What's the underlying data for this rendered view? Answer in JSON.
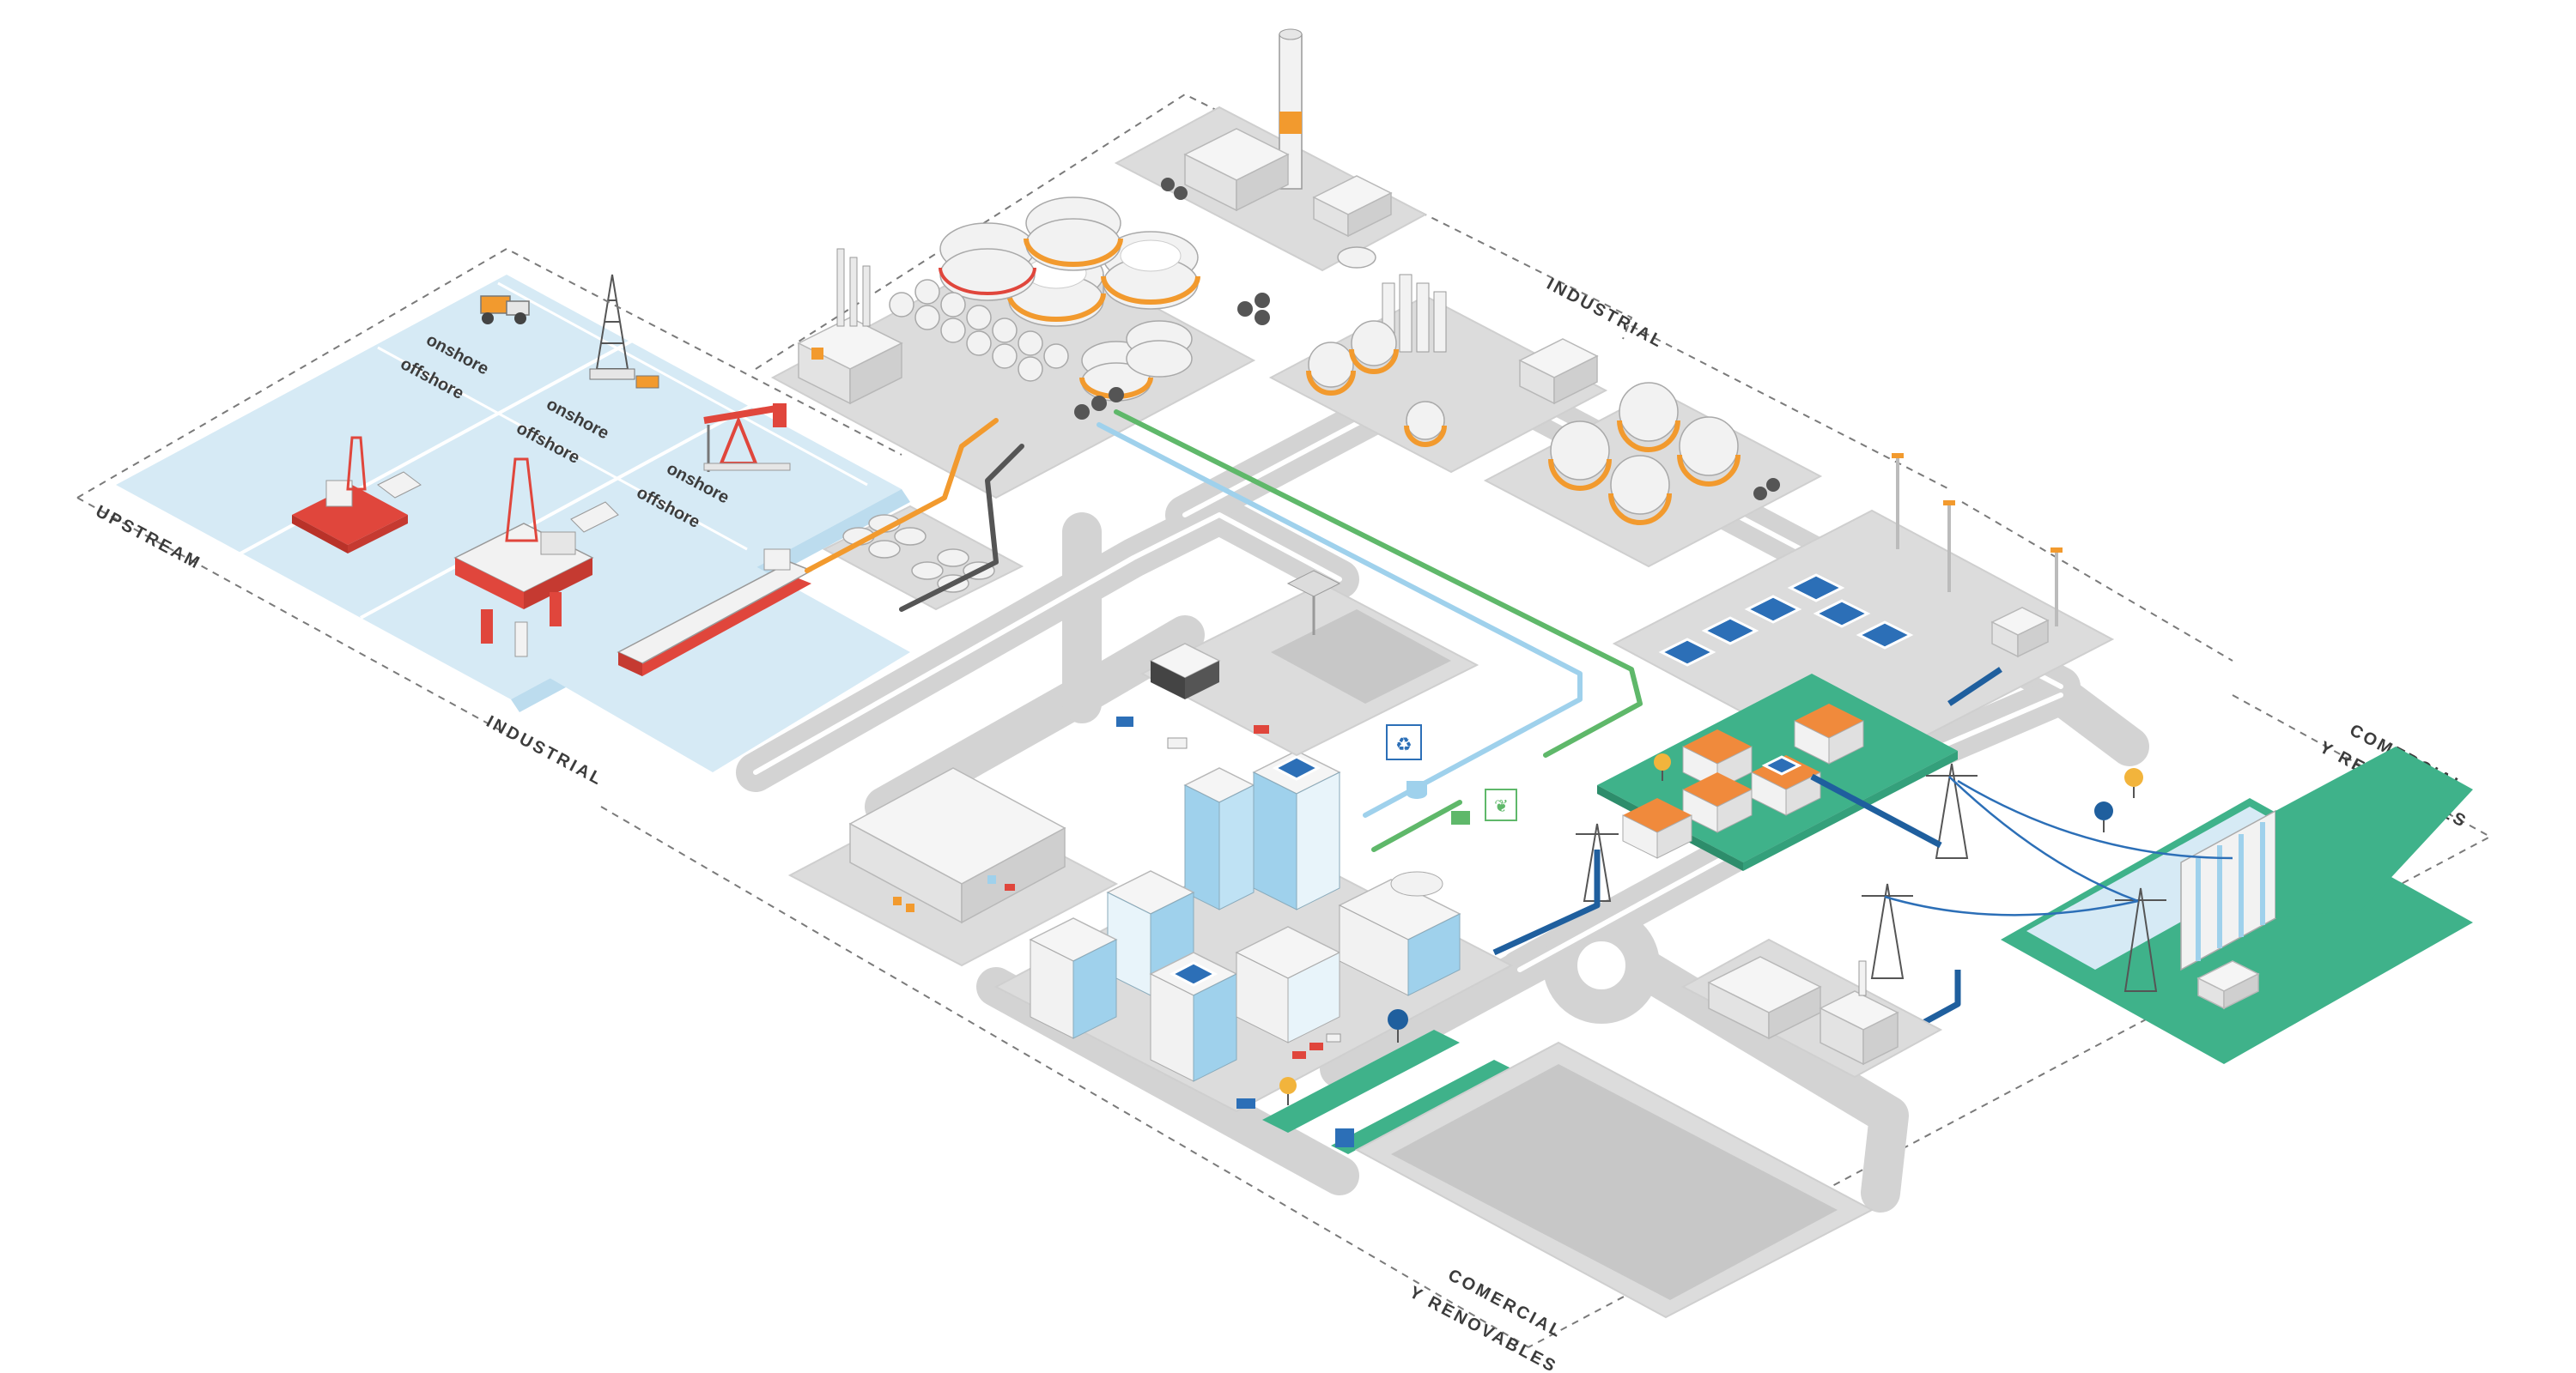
{
  "labels": {
    "upstream": "UPSTREAM",
    "industrial_left": "INDUSTRIAL",
    "industrial_top": "INDUSTRIAL",
    "comercial_right_line1": "COMERCIAL",
    "comercial_right_line2": "Y RENOVABLES",
    "comercial_bottom_line1": "COMERCIAL",
    "comercial_bottom_line2": "Y RENOVABLES",
    "onshore_1": "onshore",
    "offshore_1": "offshore",
    "onshore_2": "onshore",
    "offshore_2": "offshore",
    "onshore_3": "onshore",
    "offshore_3": "offshore"
  },
  "colors": {
    "sea": "#d6eaf5",
    "sea_edge": "#bcdcee",
    "ground": "#dcdcdc",
    "road": "#d3d3d3",
    "green": "#3fb28a",
    "orange": "#f29a2e",
    "red": "#e0463c",
    "blue": "#2c6fb7",
    "glass": "#9fd1ec",
    "pipe_orange": "#f29a2e",
    "pipe_dark": "#555555",
    "pipe_green": "#5fb86a",
    "pipe_blue": "#9fd1ec"
  }
}
